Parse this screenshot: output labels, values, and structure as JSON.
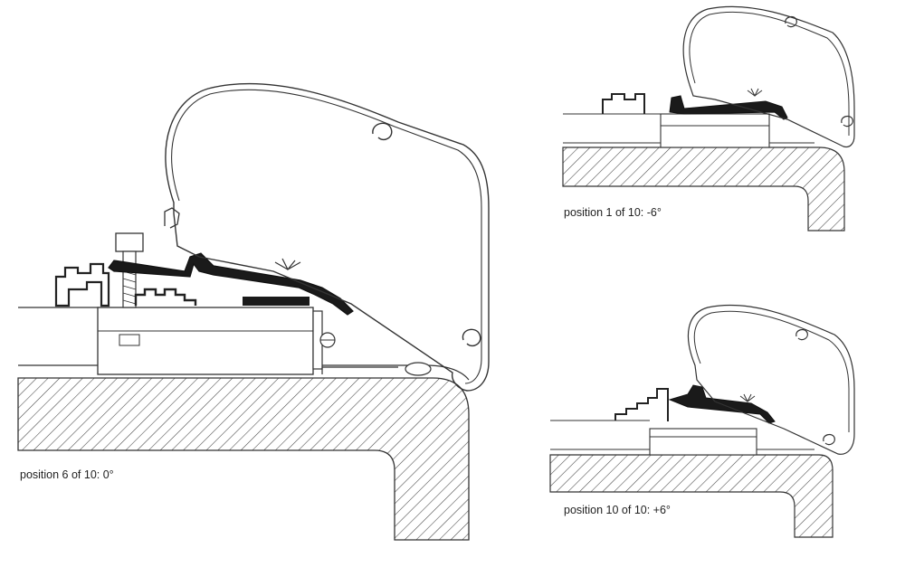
{
  "figures": {
    "main": {
      "caption": "position 6 of 10: 0°"
    },
    "top_right": {
      "caption": "position 1 of 10: -6°"
    },
    "bottom_right": {
      "caption": "position 10 of 10: +6°"
    }
  },
  "colors": {
    "line": "#333333",
    "profile_fill": "#1a1a1a",
    "background": "#ffffff"
  }
}
